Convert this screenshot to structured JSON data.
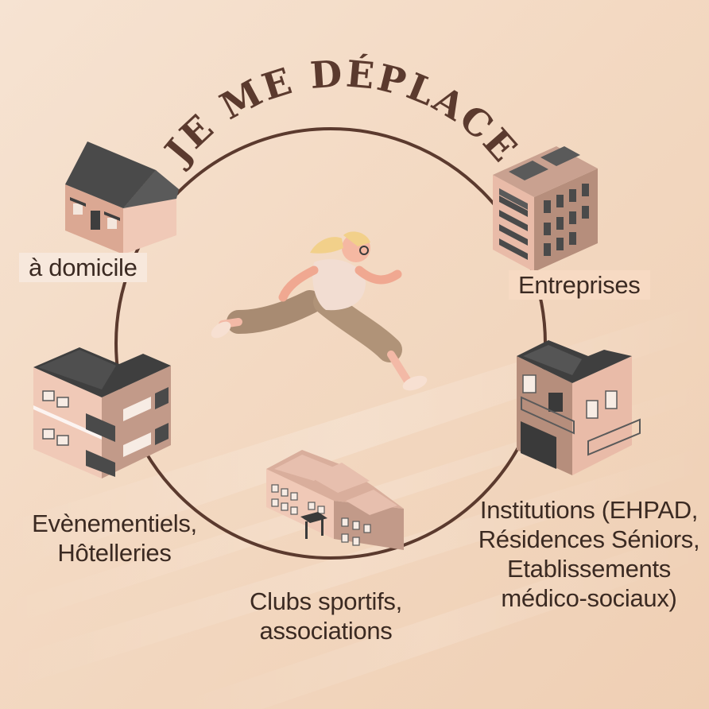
{
  "title": "JE ME DÉPLACE",
  "locations": {
    "domicile": [
      "à domicile"
    ],
    "entreprises": [
      "Entreprises"
    ],
    "evenementiels": [
      "Evènementiels,",
      "Hôtelleries"
    ],
    "clubs": [
      "Clubs sportifs,",
      "associations"
    ],
    "institutions": [
      "Institutions (EHPAD,",
      "Résidences Séniors,",
      "Etablissements",
      "médico-sociaux)"
    ]
  },
  "colors": {
    "circle": "#5b3a2e",
    "title": "#5b3a2e",
    "text": "#3b2a22",
    "building_wall": "#e9bba8",
    "building_dark": "#a08172",
    "roof": "#4a4a4a"
  }
}
